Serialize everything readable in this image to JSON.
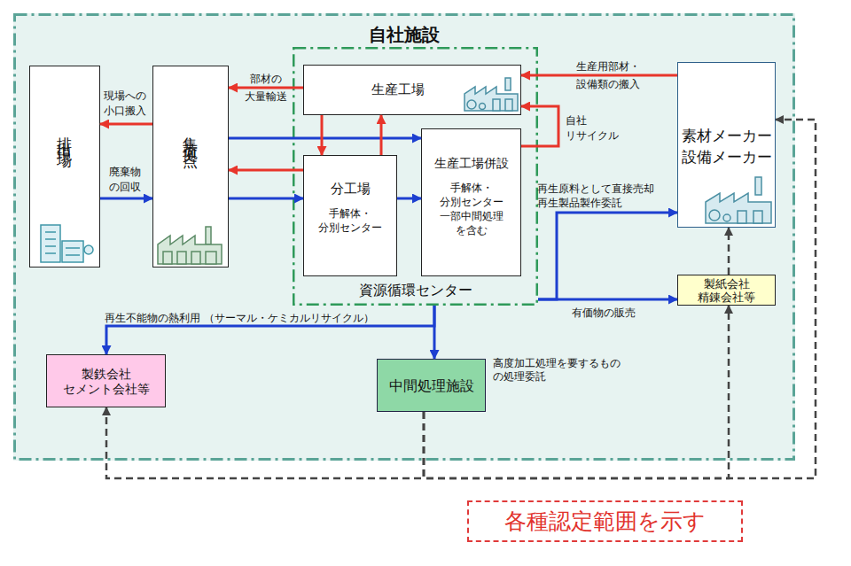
{
  "diagram": {
    "nodes": [
      {
        "text": [
          "自社施設"
        ]
      },
      {
        "text": [
          "排出現場"
        ],
        "in": 0
      },
      {
        "text": [
          "集荷拠点"
        ],
        "in": 0
      },
      {
        "text": [
          "資源循環センター"
        ],
        "in": 0
      },
      {
        "text": [
          "生産工場"
        ],
        "in": 3
      },
      {
        "text": [
          "分工場",
          "手解体・分別センター"
        ],
        "in": 3
      },
      {
        "text": [
          "生産工場併設",
          "手解体・分別センター 一部中間処理を含む"
        ],
        "in": 3
      },
      {
        "text": [
          "素材メーカー 設備メーカー"
        ],
        "in": 0
      },
      {
        "text": [
          "製紙会社 精錬会社等"
        ],
        "in": 0
      },
      {
        "text": [
          "製鉄会社 セメント会社等"
        ],
        "in": 0
      },
      {
        "text": [
          "中間処理施設"
        ],
        "in": 0
      }
    ],
    "edges": [
      {
        "from": 2,
        "to": 1,
        "arrow": "to",
        "label": "現場への 小口搬入"
      },
      {
        "from": 1,
        "to": 2,
        "arrow": "to",
        "label": "廃棄物 の回収"
      },
      {
        "from": 4,
        "to": 2,
        "arrow": "to",
        "label": "部材の 大量輸送"
      },
      {
        "from": 2,
        "to": 6,
        "arrow": "to"
      },
      {
        "from": 5,
        "to": 2,
        "arrow": "to"
      },
      {
        "from": 2,
        "to": 5,
        "arrow": "to"
      },
      {
        "from": 4,
        "to": 5,
        "arrow": "to"
      },
      {
        "from": 5,
        "to": 4,
        "arrow": "to"
      },
      {
        "from": 5,
        "to": 6,
        "arrow": "to"
      },
      {
        "from": 6,
        "to": 4,
        "arrow": "to",
        "label": "自社 リサイクル"
      },
      {
        "from": 7,
        "to": 4,
        "arrow": "to",
        "label": "生産用部材・ 設備類の搬入"
      },
      {
        "from": 3,
        "to": 7,
        "arrow": "to",
        "label": "再生原料として直接売却 再生製品製作委託"
      },
      {
        "from": 3,
        "to": 8,
        "arrow": "to",
        "label": "有価物の販売"
      },
      {
        "from": 3,
        "to": 9,
        "arrow": "to",
        "label": "再生不能物の熱利用 （サーマル・ケミカルリサイクル）"
      },
      {
        "from": 3,
        "to": 10,
        "arrow": "to",
        "label": "高度加工処理を要するもの の処理委託"
      },
      {
        "from": 10,
        "to": 9,
        "arrow": "to"
      },
      {
        "from": 10,
        "to": 8,
        "arrow": "to"
      },
      {
        "from": 10,
        "to": 7,
        "arrow": "to"
      },
      {
        "from": 8,
        "to": 7,
        "arrow": "to"
      }
    ],
    "legend": [
      {
        "text": "各種認定範囲を示す"
      }
    ]
  }
}
